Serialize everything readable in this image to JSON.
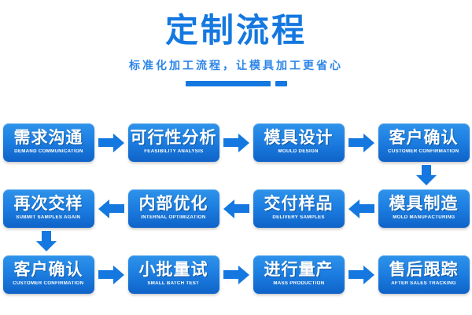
{
  "header": {
    "title": "定制流程",
    "subtitle": "标准化加工流程，让模具加工更省心"
  },
  "colors": {
    "accent": "#1478E0",
    "box_gradient_top": "#2F93EA",
    "box_gradient_bottom": "#0F63C8",
    "background": "#FFFFFF",
    "title_color": "#1478E0",
    "subtitle_color": "#2E86E8"
  },
  "flow": {
    "rows": [
      {
        "direction": "right",
        "steps": [
          {
            "cn": "需求沟通",
            "en": "DEMAND COMMUNICATION"
          },
          {
            "cn": "可行性分析",
            "en": "FEASIBILITY ANALYSIS"
          },
          {
            "cn": "模具设计",
            "en": "MOULD DESIGN"
          },
          {
            "cn": "客户确认",
            "en": "CUSTOMER CONFIRMATION"
          }
        ]
      },
      {
        "direction": "left",
        "steps": [
          {
            "cn": "再次交样",
            "en": "SUBMIT SAMPLES AGAIN"
          },
          {
            "cn": "内部优化",
            "en": "INTERNAL OPTIMIZATION"
          },
          {
            "cn": "交付样品",
            "en": "DELIVERY SAMPLES"
          },
          {
            "cn": "模具制造",
            "en": "MOLD MANUFACTURING"
          }
        ]
      },
      {
        "direction": "right",
        "steps": [
          {
            "cn": "客户确认",
            "en": "CUSTOMER CONFIRMATION"
          },
          {
            "cn": "小批量试",
            "en": "SMALL BATCH TEST"
          },
          {
            "cn": "进行量产",
            "en": "MASS PRODUCTION"
          },
          {
            "cn": "售后跟踪",
            "en": "AFTER SALES TRACKING"
          }
        ]
      }
    ]
  }
}
